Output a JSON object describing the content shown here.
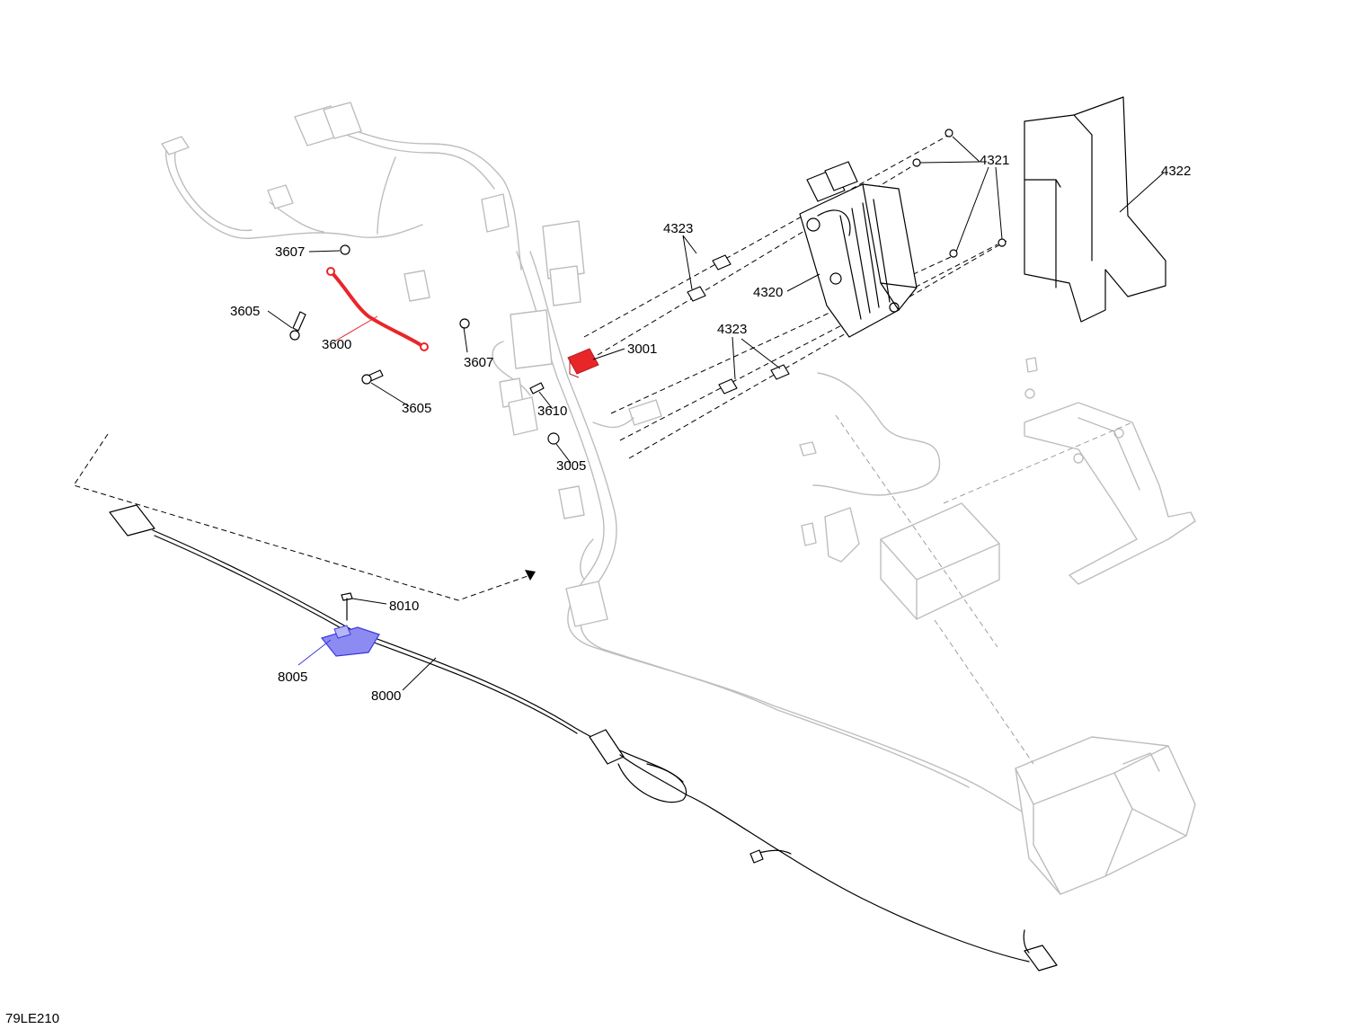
{
  "drawing_code": "79LE210",
  "colors": {
    "highlight_red": "#e8262a",
    "highlight_blue": "#3a3ae0",
    "ghost_grey": "#bdbdbd"
  },
  "callouts": {
    "c3607a": "3607",
    "c3605a": "3605",
    "c3600": "3600",
    "c3607b": "3607",
    "c3605b": "3605",
    "c3001": "3001",
    "c3610": "3610",
    "c3005": "3005",
    "c4323a": "4323",
    "c4321": "4321",
    "c4322": "4322",
    "c4320": "4320",
    "c4323b": "4323",
    "c8010": "8010",
    "c8005": "8005",
    "c8000": "8000"
  }
}
